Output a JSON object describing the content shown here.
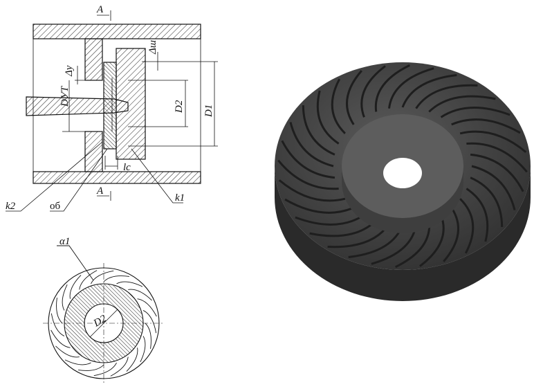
{
  "section_view": {
    "section_mark_top": "A",
    "section_mark_bottom": "A",
    "dim_gap_radial": "Δy",
    "dim_gap_shroud": "Δш",
    "dim_seal_diameter": "DУТ",
    "dim_inner_diameter": "D2",
    "dim_outer_diameter": "D1",
    "dim_channel_length": "lc",
    "callout_k2": "k2",
    "callout_ob": "об",
    "callout_k1": "k1"
  },
  "section_a_view": {
    "angle_label": "α1",
    "diameter_label": "D2"
  },
  "model_3d": {
    "color": "#3a3a3a"
  }
}
